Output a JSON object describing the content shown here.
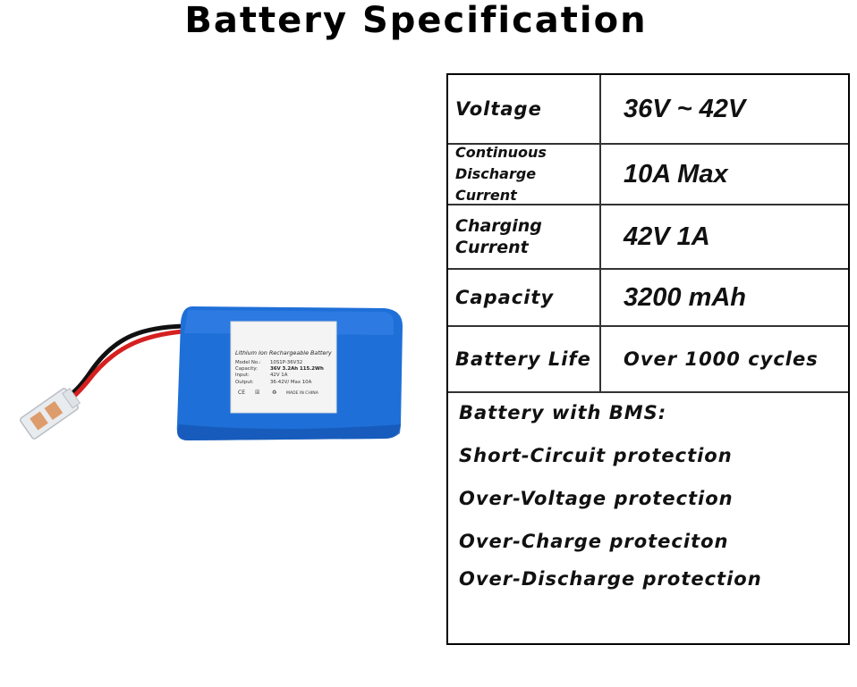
{
  "title": "Battery Specification",
  "rows": [
    {
      "label": "Voltage",
      "value": "36V ~ 42V"
    },
    {
      "label_lines": [
        "Continuous",
        "Discharge Current"
      ],
      "value": "10A Max"
    },
    {
      "label_lines": [
        "Charging",
        "Current"
      ],
      "value": "42V 1A"
    },
    {
      "label": "Capacity",
      "value": "3200 mAh"
    },
    {
      "label": "Battery Life",
      "value": "Over 1000 cycles"
    }
  ],
  "bms": {
    "heading": "Battery with BMS:",
    "items": [
      "Short-Circuit protection",
      "Over-Voltage protection",
      "Over-Charge proteciton",
      "Over-Discharge protection"
    ]
  },
  "battery_label": {
    "heading": "Lithium Ion Rechargeable Battery",
    "model_label": "Model No.:",
    "model_value": "10S1P-36V32",
    "capacity_label": "Capacity:",
    "capacity_value": "36V 3.2Ah 115.2Wh",
    "input_label": "Input:",
    "input_value": "42V 1A",
    "output_label": "Output:",
    "output_value": "36-42V/ Max 10A",
    "made_in": "MADE IN CHINA"
  },
  "colors": {
    "battery_blue": "#1f6fd8",
    "battery_blue_dark": "#1557b5",
    "wire_red": "#d62020",
    "wire_black": "#111111"
  }
}
